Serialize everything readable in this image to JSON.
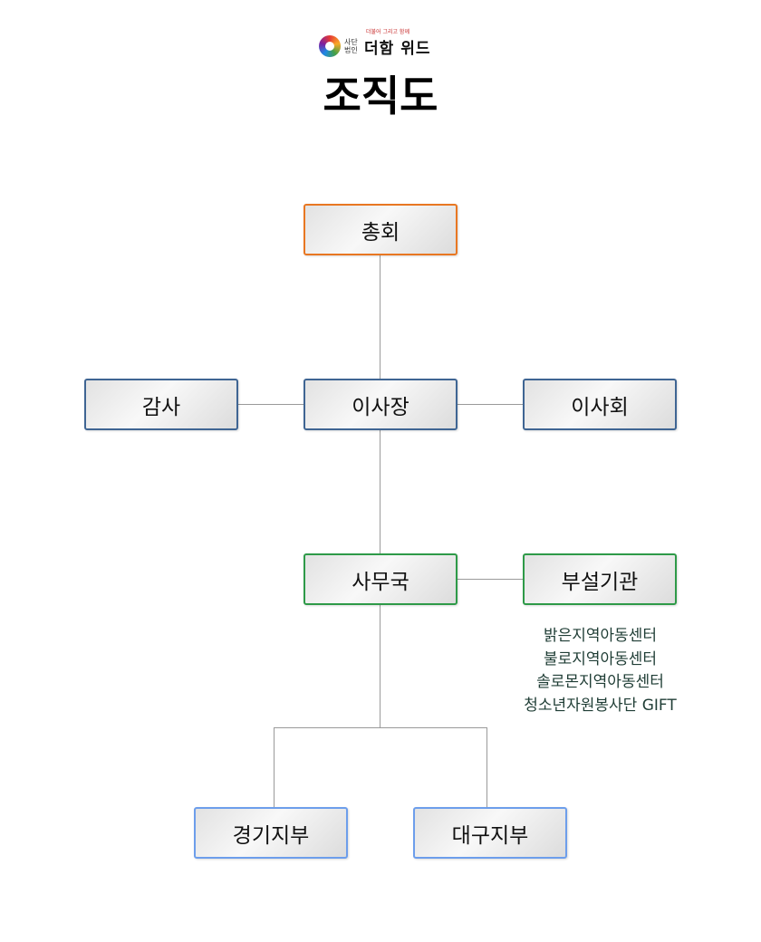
{
  "logo": {
    "small": "사단법인",
    "tagline": "더불어 그리고 함께",
    "name": "더함 위드"
  },
  "title": "조직도",
  "nodes": {
    "general_meeting": "총회",
    "auditor": "감사",
    "chairman": "이사장",
    "board": "이사회",
    "secretariat": "사무국",
    "affiliates": "부설기관",
    "gyeonggi": "경기지부",
    "daegu": "대구지부"
  },
  "affiliate_list": [
    "밝은지역아동센터",
    "불로지역아동센터",
    "솔로몬지역아동센터",
    "청소년자원봉사단 GIFT"
  ],
  "colors": {
    "top": "#e87722",
    "executive": "#3f6593",
    "office": "#2e9a48",
    "branch": "#6d9eeb"
  }
}
